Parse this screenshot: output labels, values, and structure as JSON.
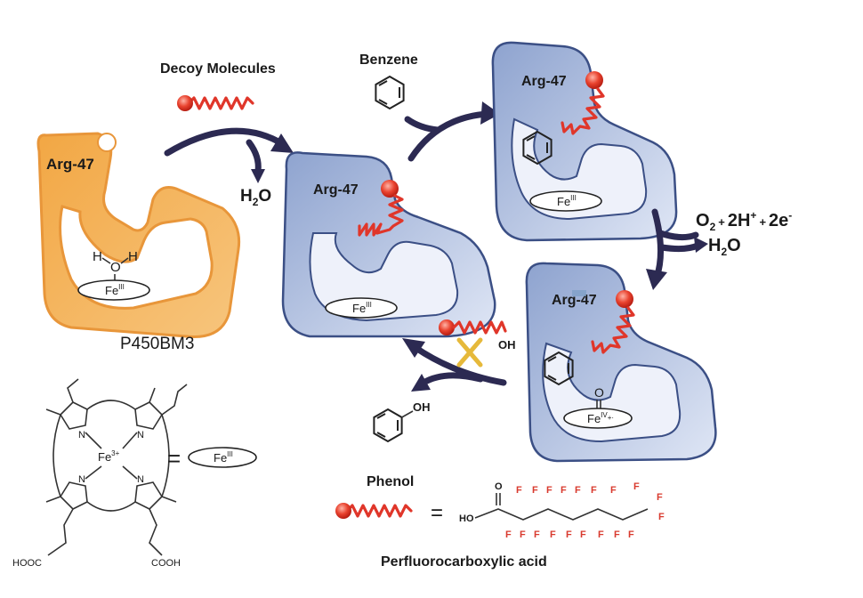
{
  "labels": {
    "decoy_molecules": "Decoy Molecules",
    "benzene": "Benzene",
    "water": "H",
    "water_sub": "2",
    "water_o": "O",
    "arg47": "Arg-47",
    "p450": "P450BM3",
    "fe": "Fe",
    "fe_ox": "III",
    "fe_iv": "IV",
    "fe_iv_charge": "+·",
    "oxo": "O",
    "o2_o": "O",
    "o2_sub": "2",
    "plus1": "+",
    "protons": "2H",
    "protons_sup": "+",
    "plus2": "+",
    "electrons": "2e",
    "electrons_sup": "-",
    "water2": "H",
    "water2_sub": "2",
    "water2_o": "O",
    "aqua_h1": "H",
    "aqua_o": "O",
    "aqua_h2": "H",
    "oh": "OH",
    "phenol_oh": "OH",
    "phenol": "Phenol",
    "pfca": "Perfluorocarboxylic acid",
    "equals": "=",
    "equals2": "=",
    "porphyrin_fe": "Fe",
    "porphyrin_fe_charge": "3+",
    "n": "N",
    "hooc": "HOOC",
    "cooh": "COOH",
    "ho": "HO",
    "carbonyl_o": "O",
    "f": "F"
  },
  "colors": {
    "p450_fill": "#f5b458",
    "p450_stroke": "#e8963a",
    "enzyme_fill_outer": "#9eb0d6",
    "enzyme_fill_inner": "#e8edf8",
    "enzyme_stroke": "#3b4f85",
    "arrow": "#2c2a52",
    "decoy_red": "#e0362a",
    "cross": "#e6b93a"
  },
  "icons": [
    "decoy-molecule-icon",
    "benzene-ring-icon",
    "phenol-icon",
    "blocked-cross-icon",
    "porphyrin-structure-icon"
  ]
}
